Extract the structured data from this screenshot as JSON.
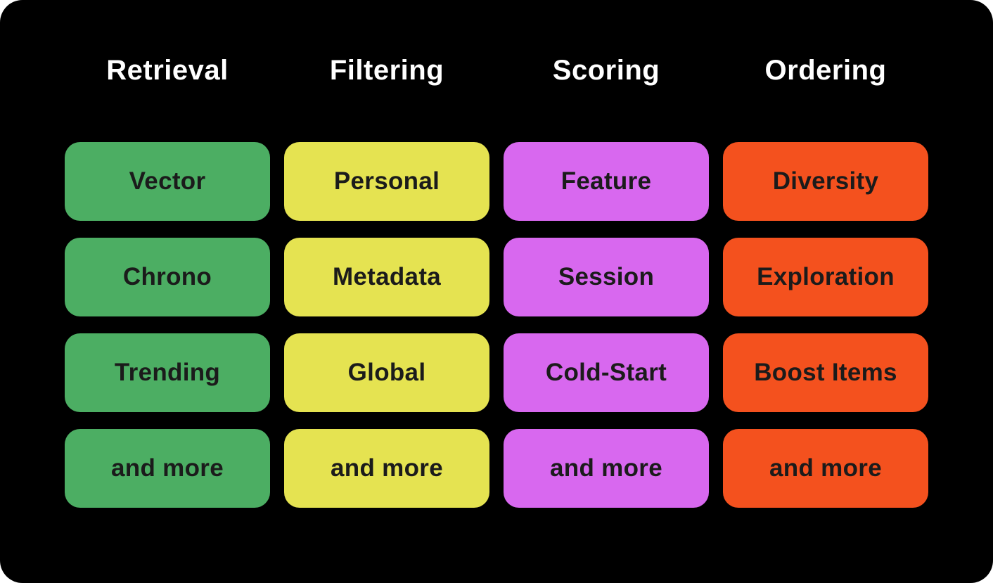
{
  "diagram": {
    "background": "#000000",
    "page_background": "#ffffff",
    "text_color_cards": "#1b1b1b",
    "text_color_headers": "#ffffff"
  },
  "columns": [
    {
      "header": "Retrieval",
      "color": "#4cae63",
      "items": [
        "Vector",
        "Chrono",
        "Trending",
        "and more"
      ]
    },
    {
      "header": "Filtering",
      "color": "#e5e351",
      "items": [
        "Personal",
        "Metadata",
        "Global",
        "and more"
      ]
    },
    {
      "header": "Scoring",
      "color": "#d868ef",
      "items": [
        "Feature",
        "Session",
        "Cold-Start",
        "and more"
      ]
    },
    {
      "header": "Ordering",
      "color": "#f4511e",
      "items": [
        "Diversity",
        "Exploration",
        "Boost Items",
        "and more"
      ]
    }
  ]
}
